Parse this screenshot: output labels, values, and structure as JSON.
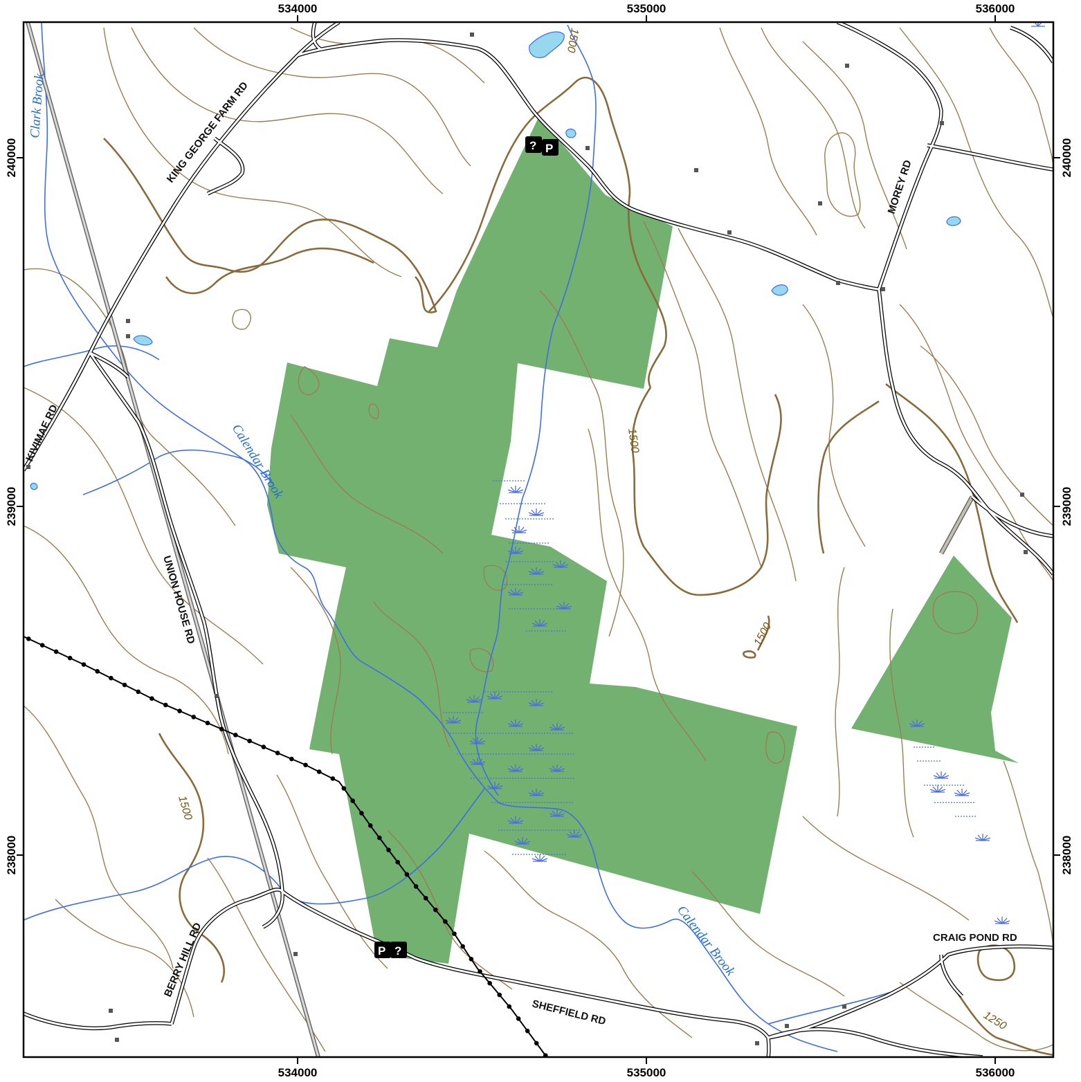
{
  "frame": {
    "x_ticks": [
      "534000",
      "535000",
      "536000"
    ],
    "y_ticks": [
      "240000",
      "239000",
      "238000"
    ]
  },
  "roads": {
    "king_george_farm": "KING GEORGE FARM RD",
    "kivimae": "KIVIMAE RD",
    "union_house": "UNION HOUSE RD",
    "morey": "MOREY RD",
    "berry_hill": "BERRY HILL RD",
    "sheffield": "SHEFFIELD RD",
    "craig_pond": "CRAIG POND RD"
  },
  "water": {
    "clark_brook": "Clark Brook",
    "calendar_brook_upper": "Calendar Brook",
    "calendar_brook_lower": "Calendar Brook"
  },
  "contours": {
    "c1500_a": "1500",
    "c1500_b": "1500",
    "c1500_c": "1500",
    "c1500_d": "1500",
    "c1250": "1250"
  },
  "symbols": {
    "info": "?",
    "parking": "P"
  },
  "colors": {
    "conservation_land": "#73b170",
    "water": "#3e6fe0",
    "pond": "#97d8ef",
    "contour_index": "#8a6a3a",
    "contour": "#9c7d52",
    "road": "#000000",
    "rail": "#888888",
    "trail": "#000000",
    "wetland": "#4a6fe0"
  }
}
